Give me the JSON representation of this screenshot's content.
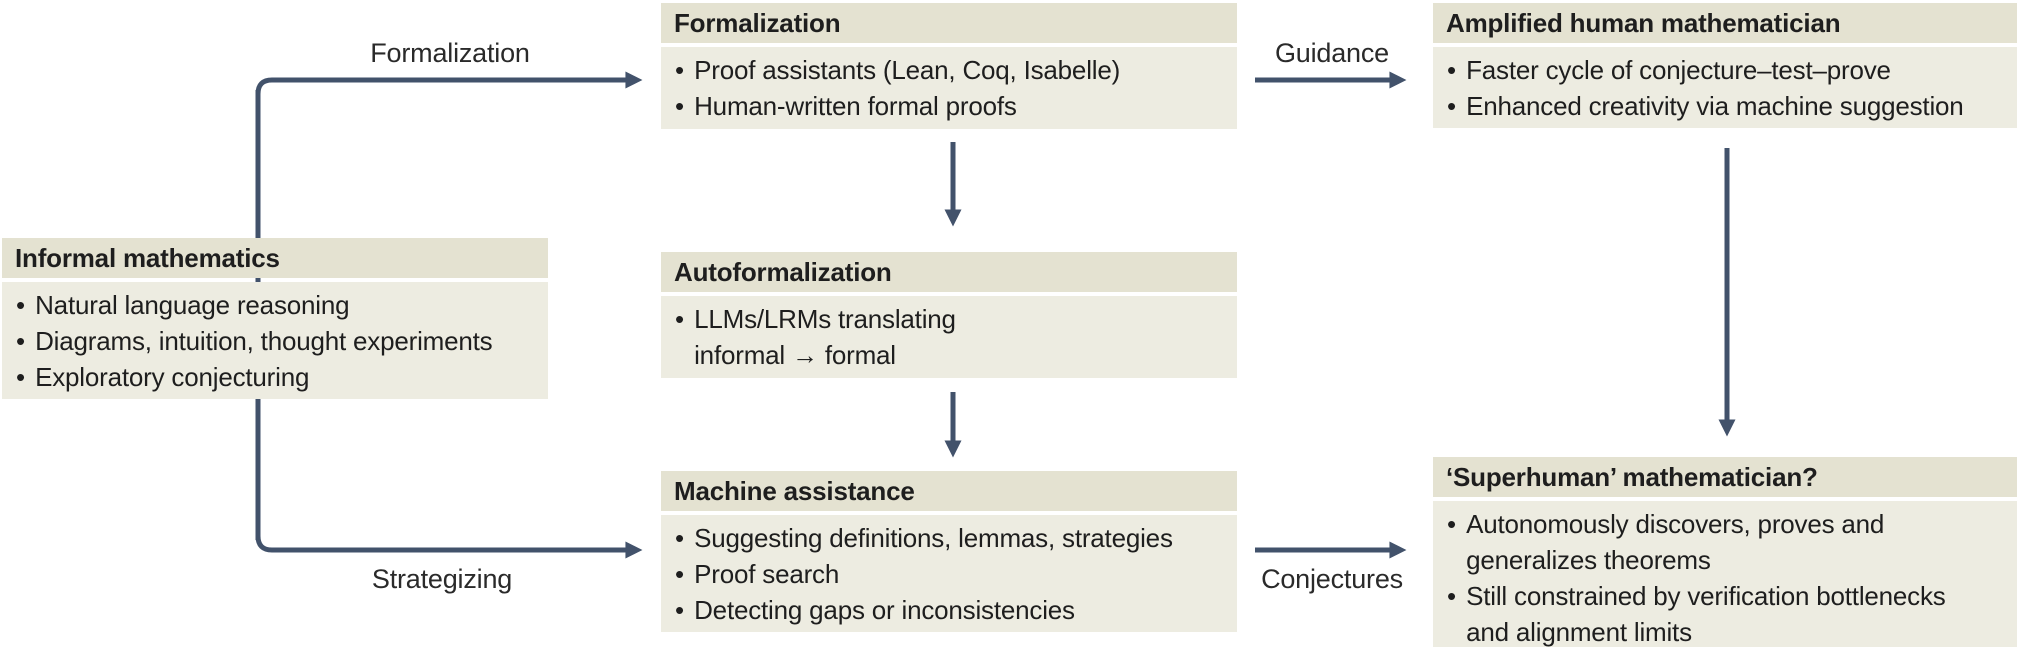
{
  "figure": {
    "background": "#ffffff",
    "bullet_char": "•",
    "colors": {
      "box_header_bg": "#e4e2d1",
      "box_body_bg": "#edece1",
      "arrow": "#42526b",
      "text": "#1e1e1e"
    },
    "boxes": {
      "informal": {
        "title": "Informal mathematics",
        "bullets": [
          "Natural language reasoning",
          "Diagrams, intuition, thought experiments",
          "Exploratory conjecturing"
        ]
      },
      "formalization": {
        "title": "Formalization",
        "bullets": [
          "Proof assistants (Lean, Coq, Isabelle)",
          "Human-written formal proofs"
        ]
      },
      "autoformalization": {
        "title": "Autoformalization",
        "bullets": [
          "LLMs/LRMs translating\ninformal → formal"
        ]
      },
      "machine_assistance": {
        "title": "Machine assistance",
        "bullets": [
          "Suggesting definitions, lemmas, strategies",
          "Proof search",
          "Detecting gaps or inconsistencies"
        ]
      },
      "amplified": {
        "title": "Amplified human mathematician",
        "bullets": [
          "Faster cycle of conjecture–test–prove",
          "Enhanced creativity via machine suggestion"
        ]
      },
      "superhuman": {
        "title": "‘Superhuman’ mathematician?",
        "bullets": [
          "Autonomously discovers, proves and\ngeneralizes theorems",
          "Still constrained by verification bottlenecks\nand alignment limits"
        ]
      }
    },
    "arrow_labels": {
      "formalization": "Formalization",
      "strategizing": "Strategizing",
      "guidance": "Guidance",
      "conjectures": "Conjectures"
    }
  }
}
